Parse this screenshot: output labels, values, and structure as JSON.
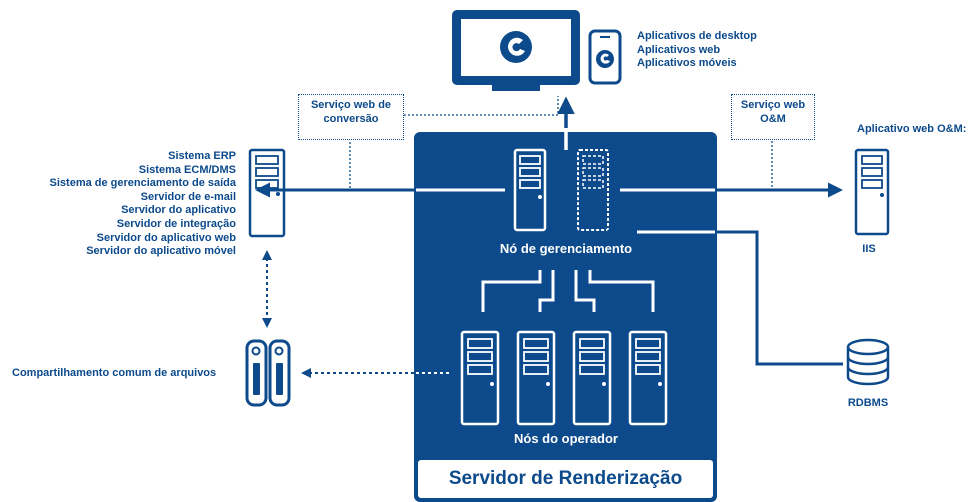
{
  "client": {
    "apps": [
      "Aplicativos de desktop",
      "Aplicativos web",
      "Aplicativos móveis"
    ]
  },
  "conversion_service": {
    "label": "Serviço web de conversão"
  },
  "om_service": {
    "label": "Serviço web O&M"
  },
  "om_app": {
    "label": "Aplicativo web O&M:",
    "server_label": "IIS"
  },
  "systems": [
    "Sistema ERP",
    "Sistema ECM/DMS",
    "Sistema de gerenciamento de saída",
    "Servidor de e-mail",
    "Servidor do aplicativo",
    "Servidor de integração",
    "Servidor do aplicativo web",
    "Servidor do aplicativo móvel"
  ],
  "file_share": {
    "label": "Compartilhamento comum de arquivos"
  },
  "management_node": {
    "label": "Nó de gerenciamento"
  },
  "operator_nodes": {
    "label": "Nós do operador"
  },
  "render_server": {
    "title": "Servidor de Renderização"
  },
  "database": {
    "label": "RDBMS"
  },
  "colors": {
    "primary": "#0c4a8b",
    "background": "#ffffff"
  }
}
